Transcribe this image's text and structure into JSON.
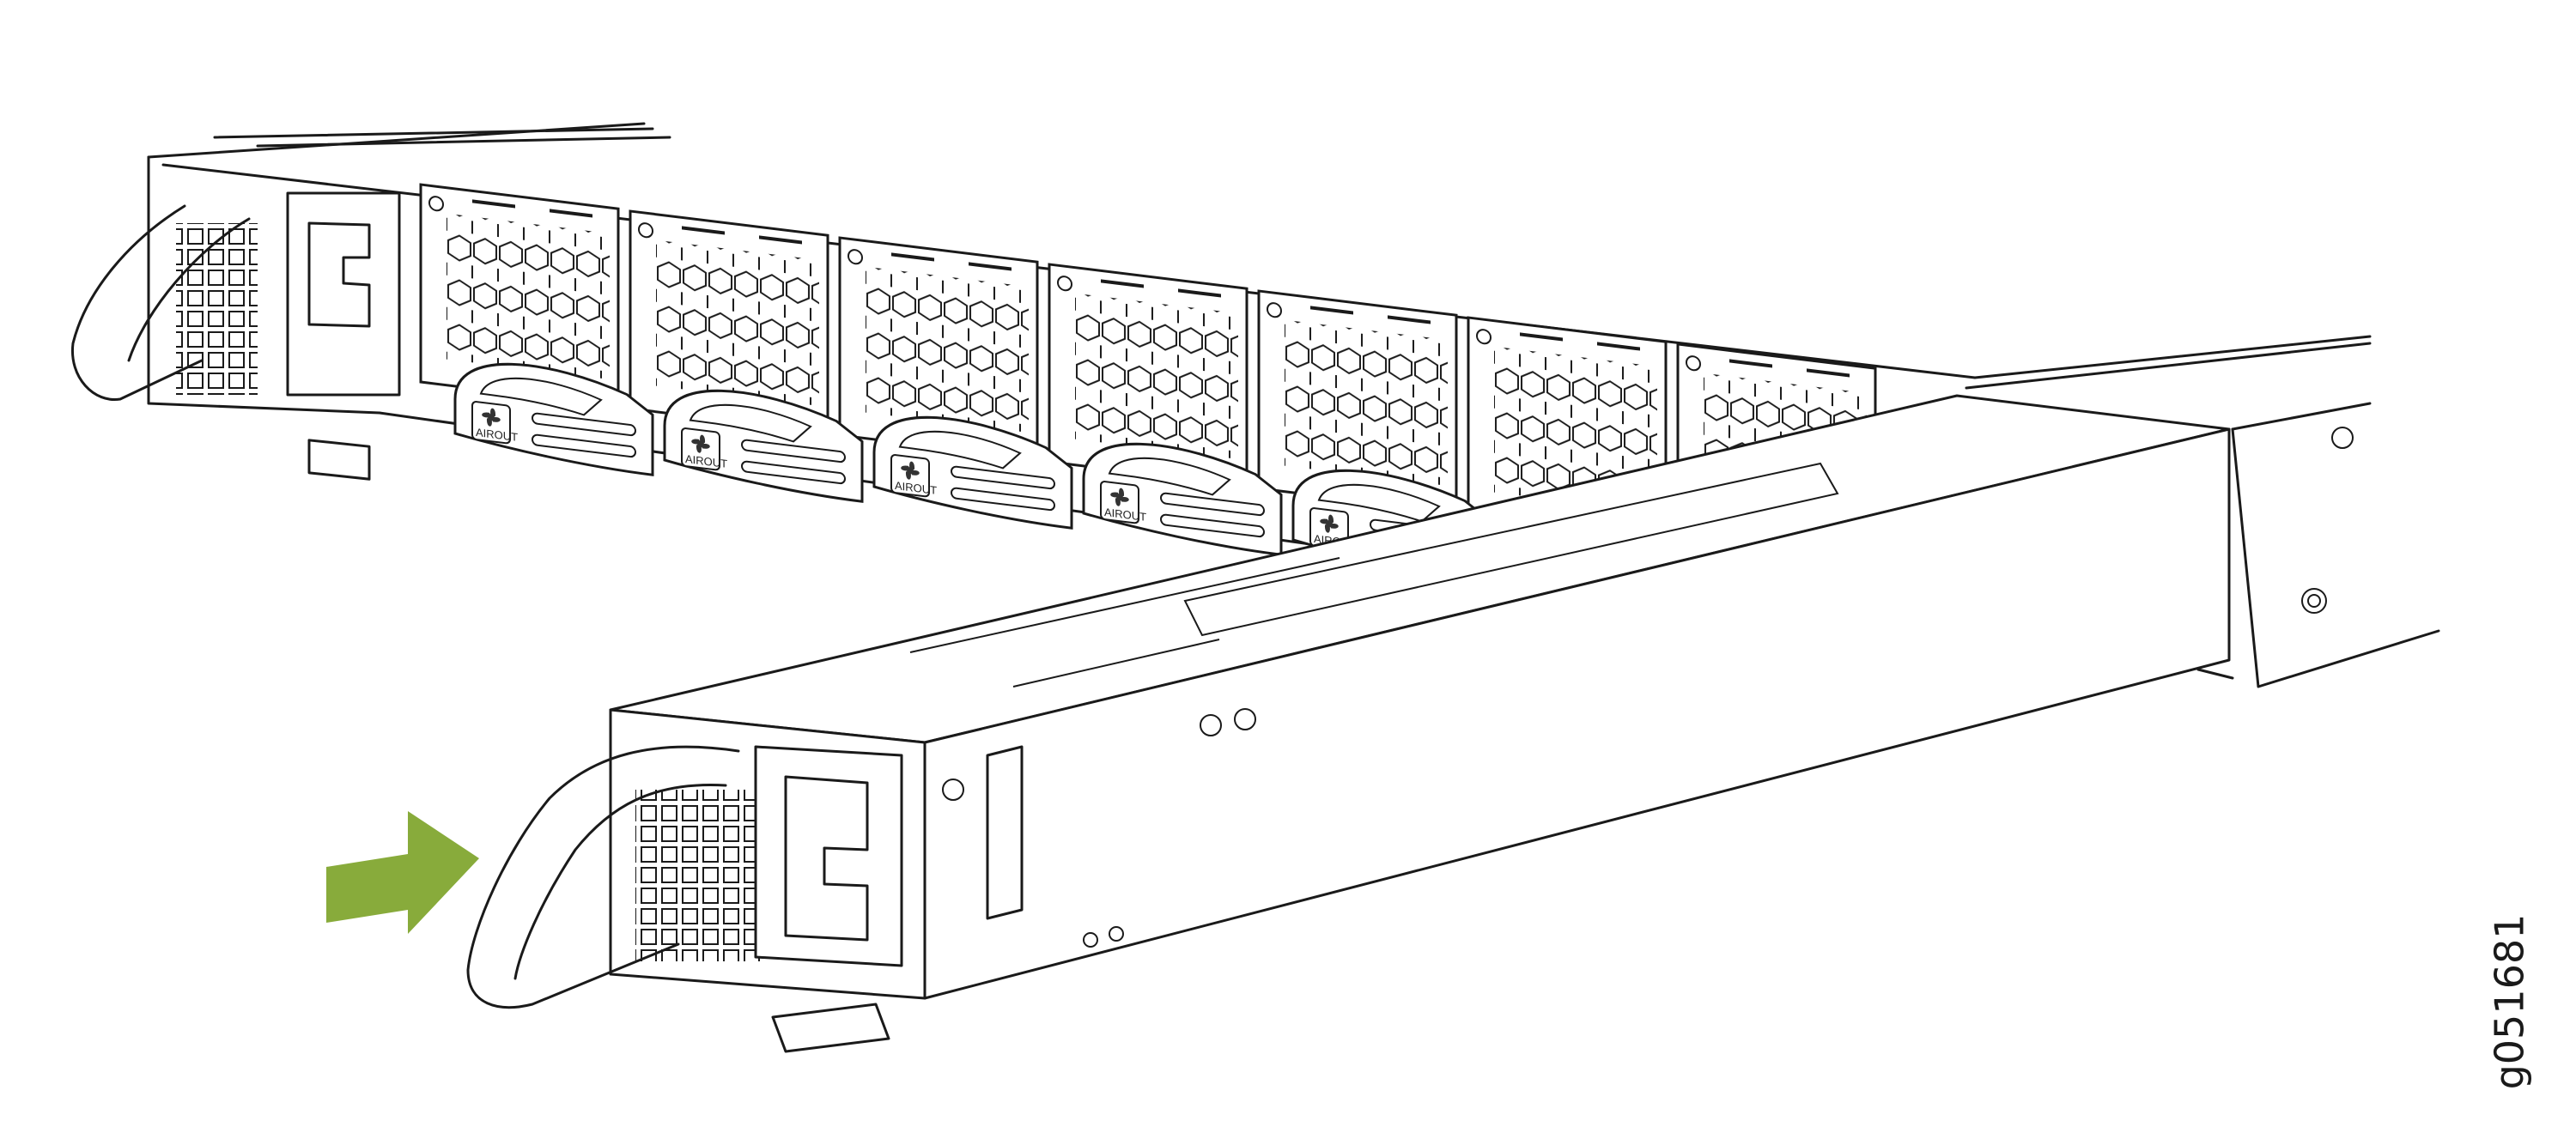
{
  "figure": {
    "id_label": "g051681",
    "fan_label": "AIROUT",
    "fan_count": 7,
    "icons": [
      "fan-icon",
      "insert-arrow-icon"
    ],
    "colors": {
      "arrow": "#88ab3b",
      "line": "#1a1a1a"
    }
  }
}
